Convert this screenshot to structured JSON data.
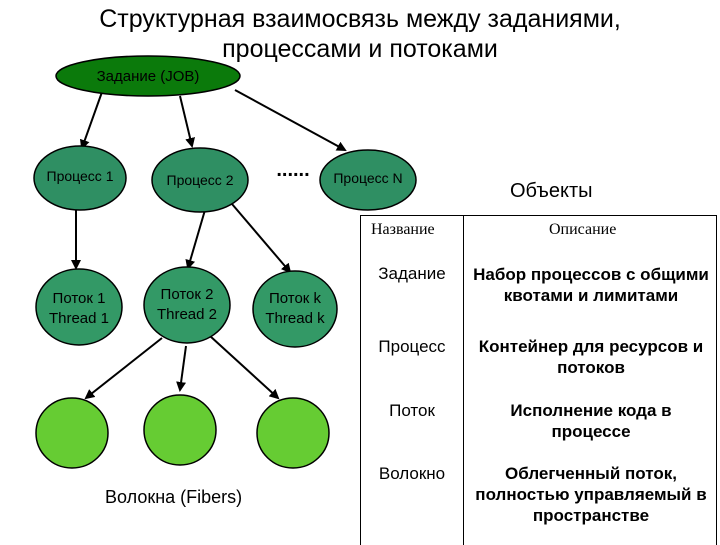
{
  "title": {
    "line1": "Структурная взаимосвязь между заданиями,",
    "line2": "процессами и потоками"
  },
  "job": "Задание (JOB)",
  "processes": [
    "Процесс 1",
    "Процесс 2",
    "Процесс N"
  ],
  "ellipsis": "......",
  "threads": [
    {
      "line1": "Поток 1",
      "line2": "Thread 1"
    },
    {
      "line1": "Поток 2",
      "line2": "Thread 2"
    },
    {
      "line1": "Поток k",
      "line2": "Thread k"
    }
  ],
  "fibers_caption": "Волокна (Fibers)",
  "objects_caption": "Объекты",
  "table": {
    "header_name": "Название",
    "header_desc": "Описание",
    "rows": [
      {
        "name": "Задание",
        "desc": "Набор процессов с общими квотами и лимитами"
      },
      {
        "name": "Процесс",
        "desc": "Контейнер для ресурсов и потоков"
      },
      {
        "name": "Поток",
        "desc": "Исполнение кода в процессе"
      },
      {
        "name": "Волокно",
        "desc": "Облегченный поток, полностью управляемый в пространстве"
      }
    ]
  },
  "colors": {
    "job_fill": "#0b7a0b",
    "process_fill": "#2f8f63",
    "thread_fill": "#339966",
    "fiber_fill": "#66cc33",
    "node_stroke": "#000000"
  }
}
